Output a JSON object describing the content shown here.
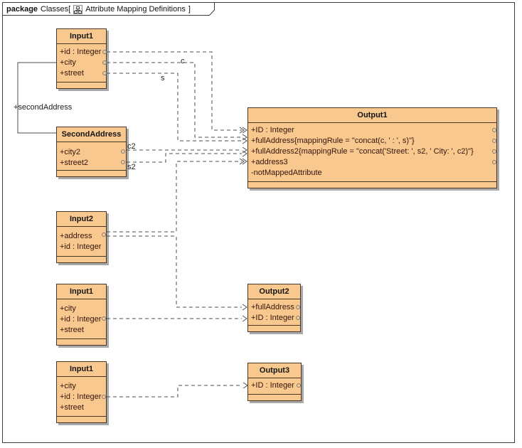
{
  "tab": {
    "keyword": "package",
    "context": "Classes[",
    "diagram_name": "Attribute Mapping Definitions",
    "close_bracket": "]",
    "icon": "class-diagram-icon"
  },
  "classes": [
    {
      "title": "Input1",
      "attributes": [
        {
          "text": "+id : Integer"
        },
        {
          "text": "+city"
        },
        {
          "text": "+street"
        }
      ]
    },
    {
      "title": "SecondAddress",
      "attributes": [
        {
          "text": "+city2"
        },
        {
          "text": "+street2"
        }
      ]
    },
    {
      "title": "Input2",
      "attributes": [
        {
          "text": "+address"
        },
        {
          "text": "+id : Integer"
        }
      ]
    },
    {
      "title": "Input1",
      "attributes": [
        {
          "text": "+city"
        },
        {
          "text": "+id : Integer"
        },
        {
          "text": "+street"
        }
      ]
    },
    {
      "title": "Input1",
      "attributes": [
        {
          "text": "+city"
        },
        {
          "text": "+id : Integer"
        },
        {
          "text": "+street"
        }
      ]
    },
    {
      "title": "Output1",
      "attributes": [
        {
          "text": "+ID : Integer"
        },
        {
          "text": "+fullAddress{mappingRule = \"concat(c, ' : ', s)\"}"
        },
        {
          "text": "+fullAddress2{mappingRule = \"concat('Street: ', s2, ' City: ', c2)\"}"
        },
        {
          "text": "+address3"
        },
        {
          "text": "-notMappedAttribute"
        }
      ]
    },
    {
      "title": "Output2",
      "attributes": [
        {
          "text": "+fullAddress"
        },
        {
          "text": "+ID : Integer"
        }
      ]
    },
    {
      "title": "Output3",
      "attributes": [
        {
          "text": "+ID : Integer"
        }
      ]
    }
  ],
  "edge_labels": {
    "second_address": "+secondAddress",
    "c": "c",
    "s": "s",
    "c2": "c2",
    "s2": "s2"
  },
  "colors": {
    "class_fill": "#F9C88E",
    "class_border": "#473726",
    "shadow": "#A9A9A9",
    "connector": "#4D4D4D",
    "frame_border": "#3D3D3D",
    "text": "#1A1A1A"
  }
}
